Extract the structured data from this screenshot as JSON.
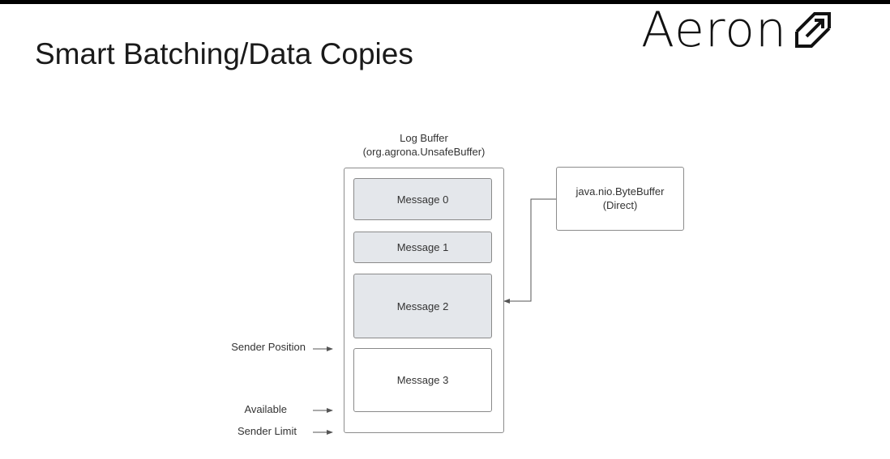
{
  "slide": {
    "title": "Smart Batching/Data Copies"
  },
  "logo": {
    "text": "Aeron",
    "icon": "aeron-logo-icon"
  },
  "log_buffer": {
    "title_line1": "Log Buffer",
    "title_line2": "(org.agrona.UnsafeBuffer)",
    "messages": [
      {
        "label": "Message 0",
        "state": "filled"
      },
      {
        "label": "Message 1",
        "state": "filled"
      },
      {
        "label": "Message 2",
        "state": "filled"
      },
      {
        "label": "Message 3",
        "state": "empty"
      }
    ]
  },
  "direct_buffer": {
    "line1": "java.nio.ByteBuffer",
    "line2": "(Direct)"
  },
  "position_labels": {
    "sender_position": "Sender Position",
    "available": "Available",
    "sender_limit": "Sender Limit"
  },
  "colors": {
    "filled_message": "#e4e7eb",
    "empty_message": "#ffffff",
    "border": "#8c8c8c",
    "connector": "#555555"
  }
}
